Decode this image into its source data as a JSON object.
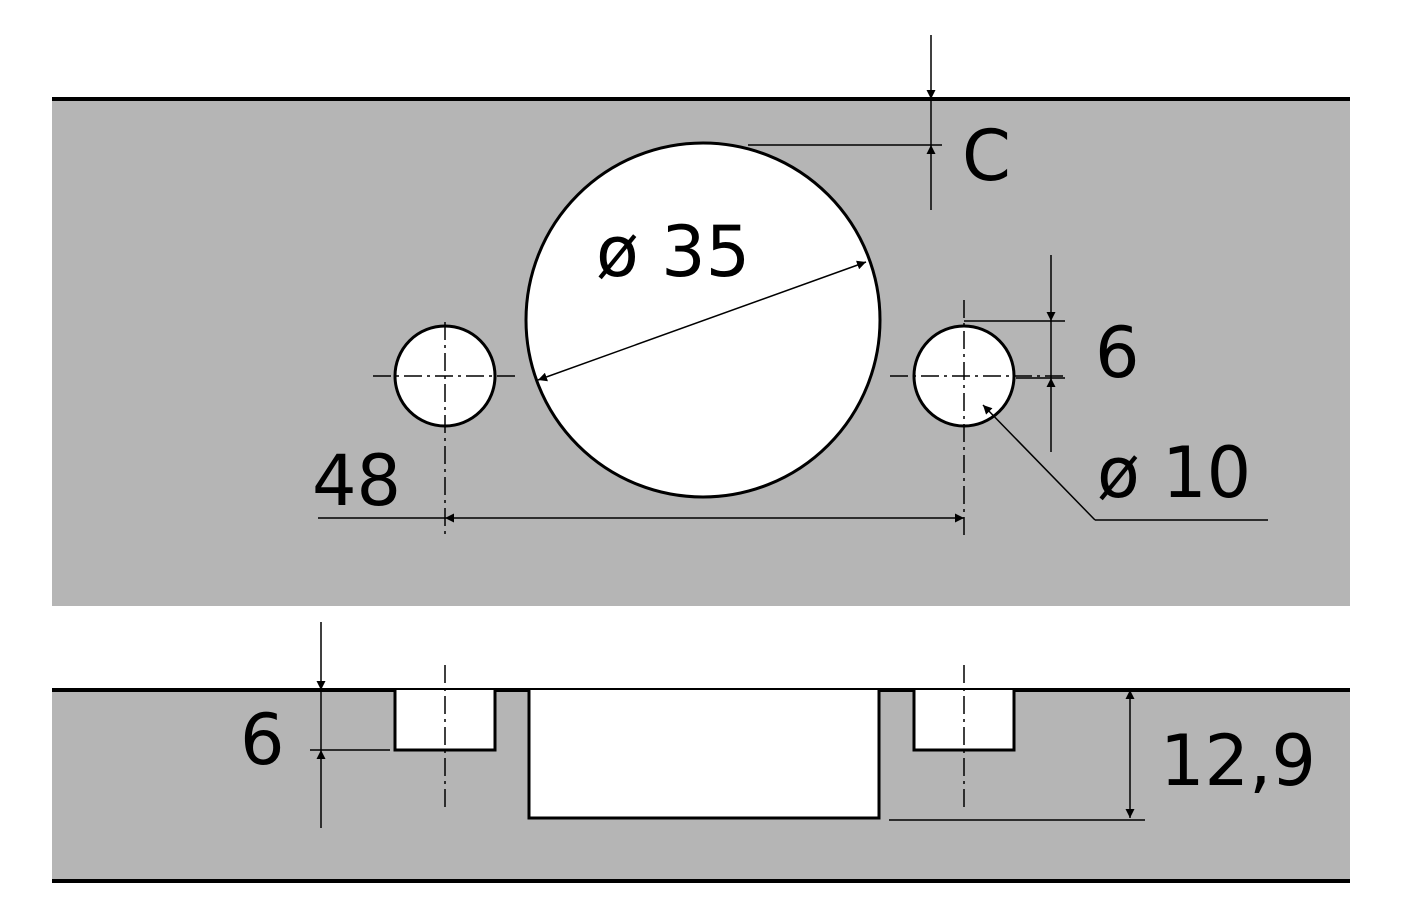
{
  "colors": {
    "panel": "#b5b5b5",
    "hole": "#ffffff",
    "line": "#000000"
  },
  "top_view": {
    "dim_c": "C",
    "dim_cup_diameter": "ø 35",
    "dim_pilot_spacing": "48",
    "dim_pilot_offset": "6",
    "dim_pilot_diameter": "ø 10"
  },
  "section_view": {
    "dim_pilot_depth": "6",
    "dim_cup_depth": "12,9"
  }
}
